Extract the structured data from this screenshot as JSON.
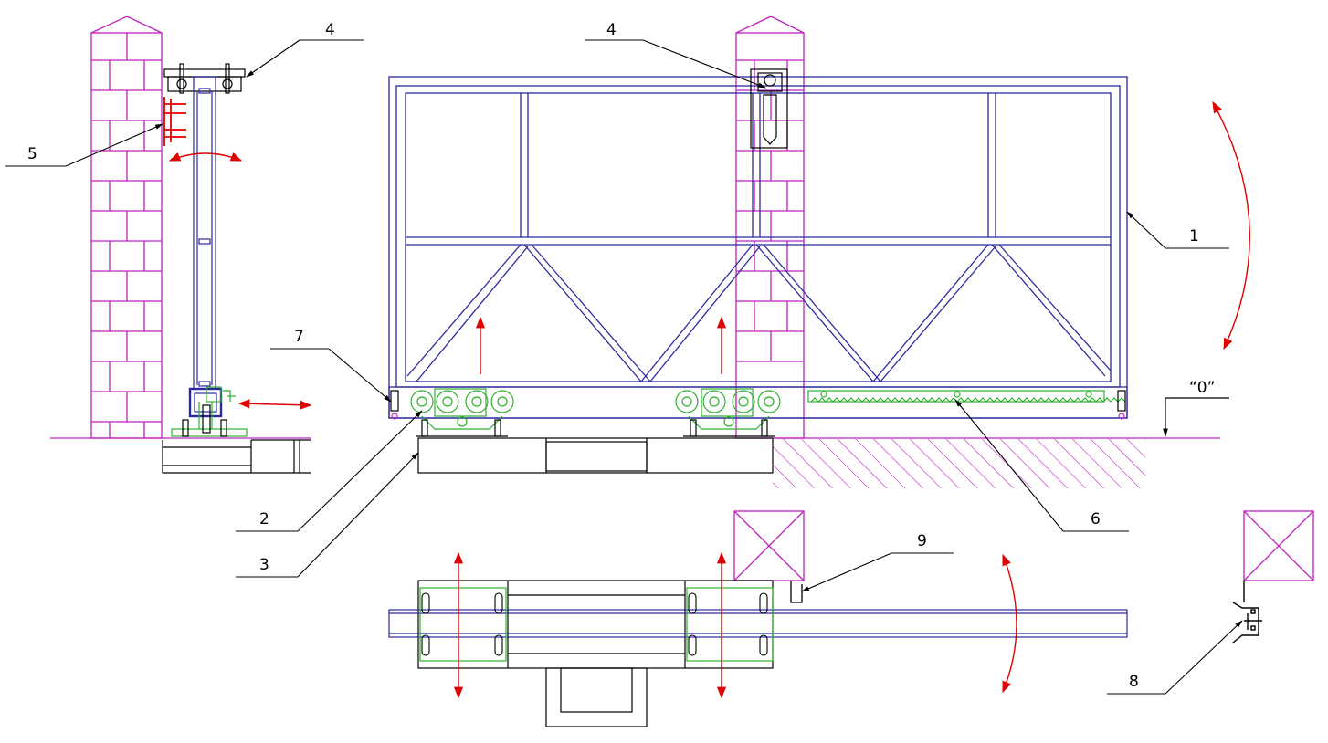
{
  "colors": {
    "frame": "#2a2aa0",
    "brick": "#c020c0",
    "hatch": "#c020c0",
    "arrow": "#e00000",
    "green": "#30b030",
    "line": "#000000"
  },
  "labels": {
    "l1": "1",
    "l2": "2",
    "l3": "3",
    "l4_left": "4",
    "l4_top": "4",
    "l5": "5",
    "l6": "6",
    "l7": "7",
    "l8": "8",
    "l9": "9",
    "zero_level": "“0”"
  }
}
